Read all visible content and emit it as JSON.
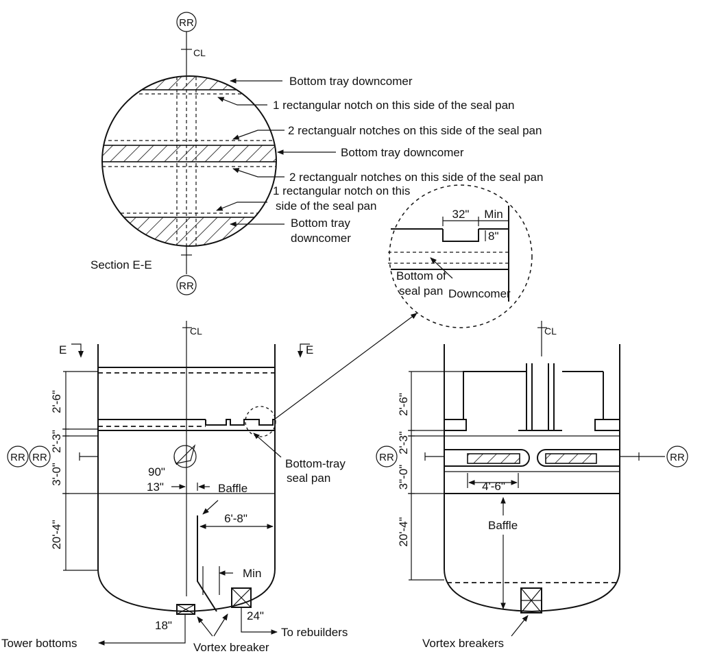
{
  "section": {
    "rr_top": "RR",
    "rr_bottom": "RR",
    "cl": "CL",
    "title": "Section E-E",
    "callouts": [
      "Bottom tray downcomer",
      "1 rectangular notch on this side of the seal pan",
      "2 rectangualr notches on this side of the seal pan",
      "Bottom tray downcomer",
      "2 rectangualr notches on this side of the seal pan",
      "1 rectangular notch on this",
      "side of the seal pan",
      "Bottom tray",
      "downcomer"
    ]
  },
  "detail": {
    "dim_notch": "32\"",
    "dim_min": "Min",
    "dim_depth": "8\"",
    "label_bottom_of": "Bottom of",
    "label_seal_pan": "seal pan",
    "label_downcomer": "Downcomer"
  },
  "left_view": {
    "cl": "CL",
    "e_left": "E",
    "e_right": "E",
    "rr_a": "RR",
    "rr_b": "RR",
    "dims_vertical": [
      "2'-6\"",
      "2'-3\"",
      "3'-0\"",
      "20'-4\""
    ],
    "angle": "90\"",
    "dim_13": "13\"",
    "baffle": "Baffle",
    "dim_width": "6'-8\"",
    "dim_min": "Min",
    "dim_24": "24\"",
    "dim_18": "18\"",
    "seal_pan_l1": "Bottom-tray",
    "seal_pan_l2": "seal pan",
    "to_rebuilders": "To rebuilders",
    "tower_bottoms": "Tower bottoms",
    "vortex_breaker": "Vortex breaker"
  },
  "right_view": {
    "cl": "CL",
    "rr_left": "RR",
    "rr_right": "RR",
    "dims_vertical": [
      "2'-6\"",
      "2'-3\"",
      "3\"-0\"",
      "20'-4\""
    ],
    "dim_width": "4'-6\"",
    "baffle": "Baffle",
    "vortex_breakers": "Vortex breakers"
  }
}
